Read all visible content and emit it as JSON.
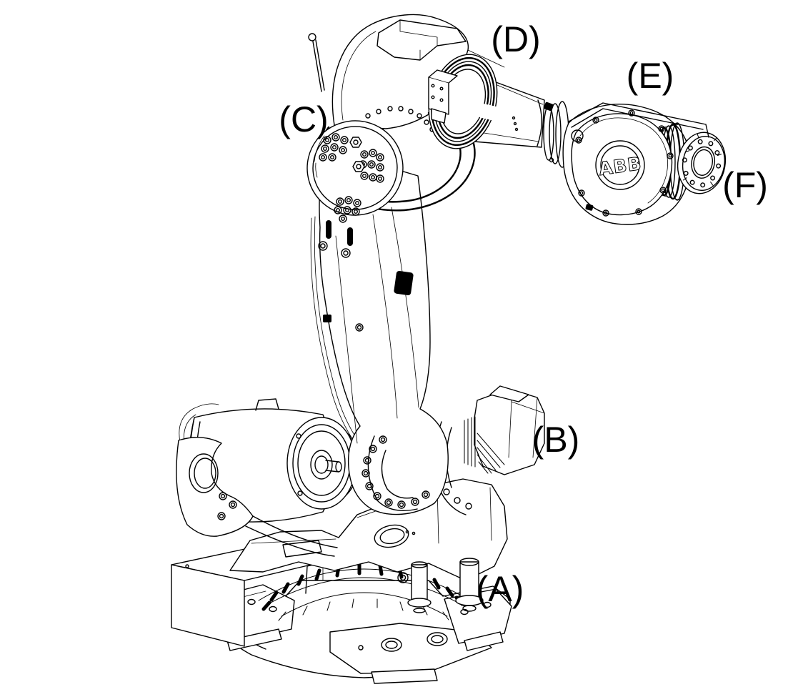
{
  "figure": {
    "description": "Isometric line drawing of an ABB six-axis industrial robot manipulator with part callouts",
    "brand_text": "ABB",
    "colors": {
      "line": "#000000",
      "background": "#ffffff"
    },
    "labels": [
      {
        "id": "A",
        "text": "(A)"
      },
      {
        "id": "B",
        "text": "(B)"
      },
      {
        "id": "C",
        "text": "(C)"
      },
      {
        "id": "D",
        "text": "(D)"
      },
      {
        "id": "E",
        "text": "(E)"
      },
      {
        "id": "F",
        "text": "(F)"
      }
    ]
  }
}
